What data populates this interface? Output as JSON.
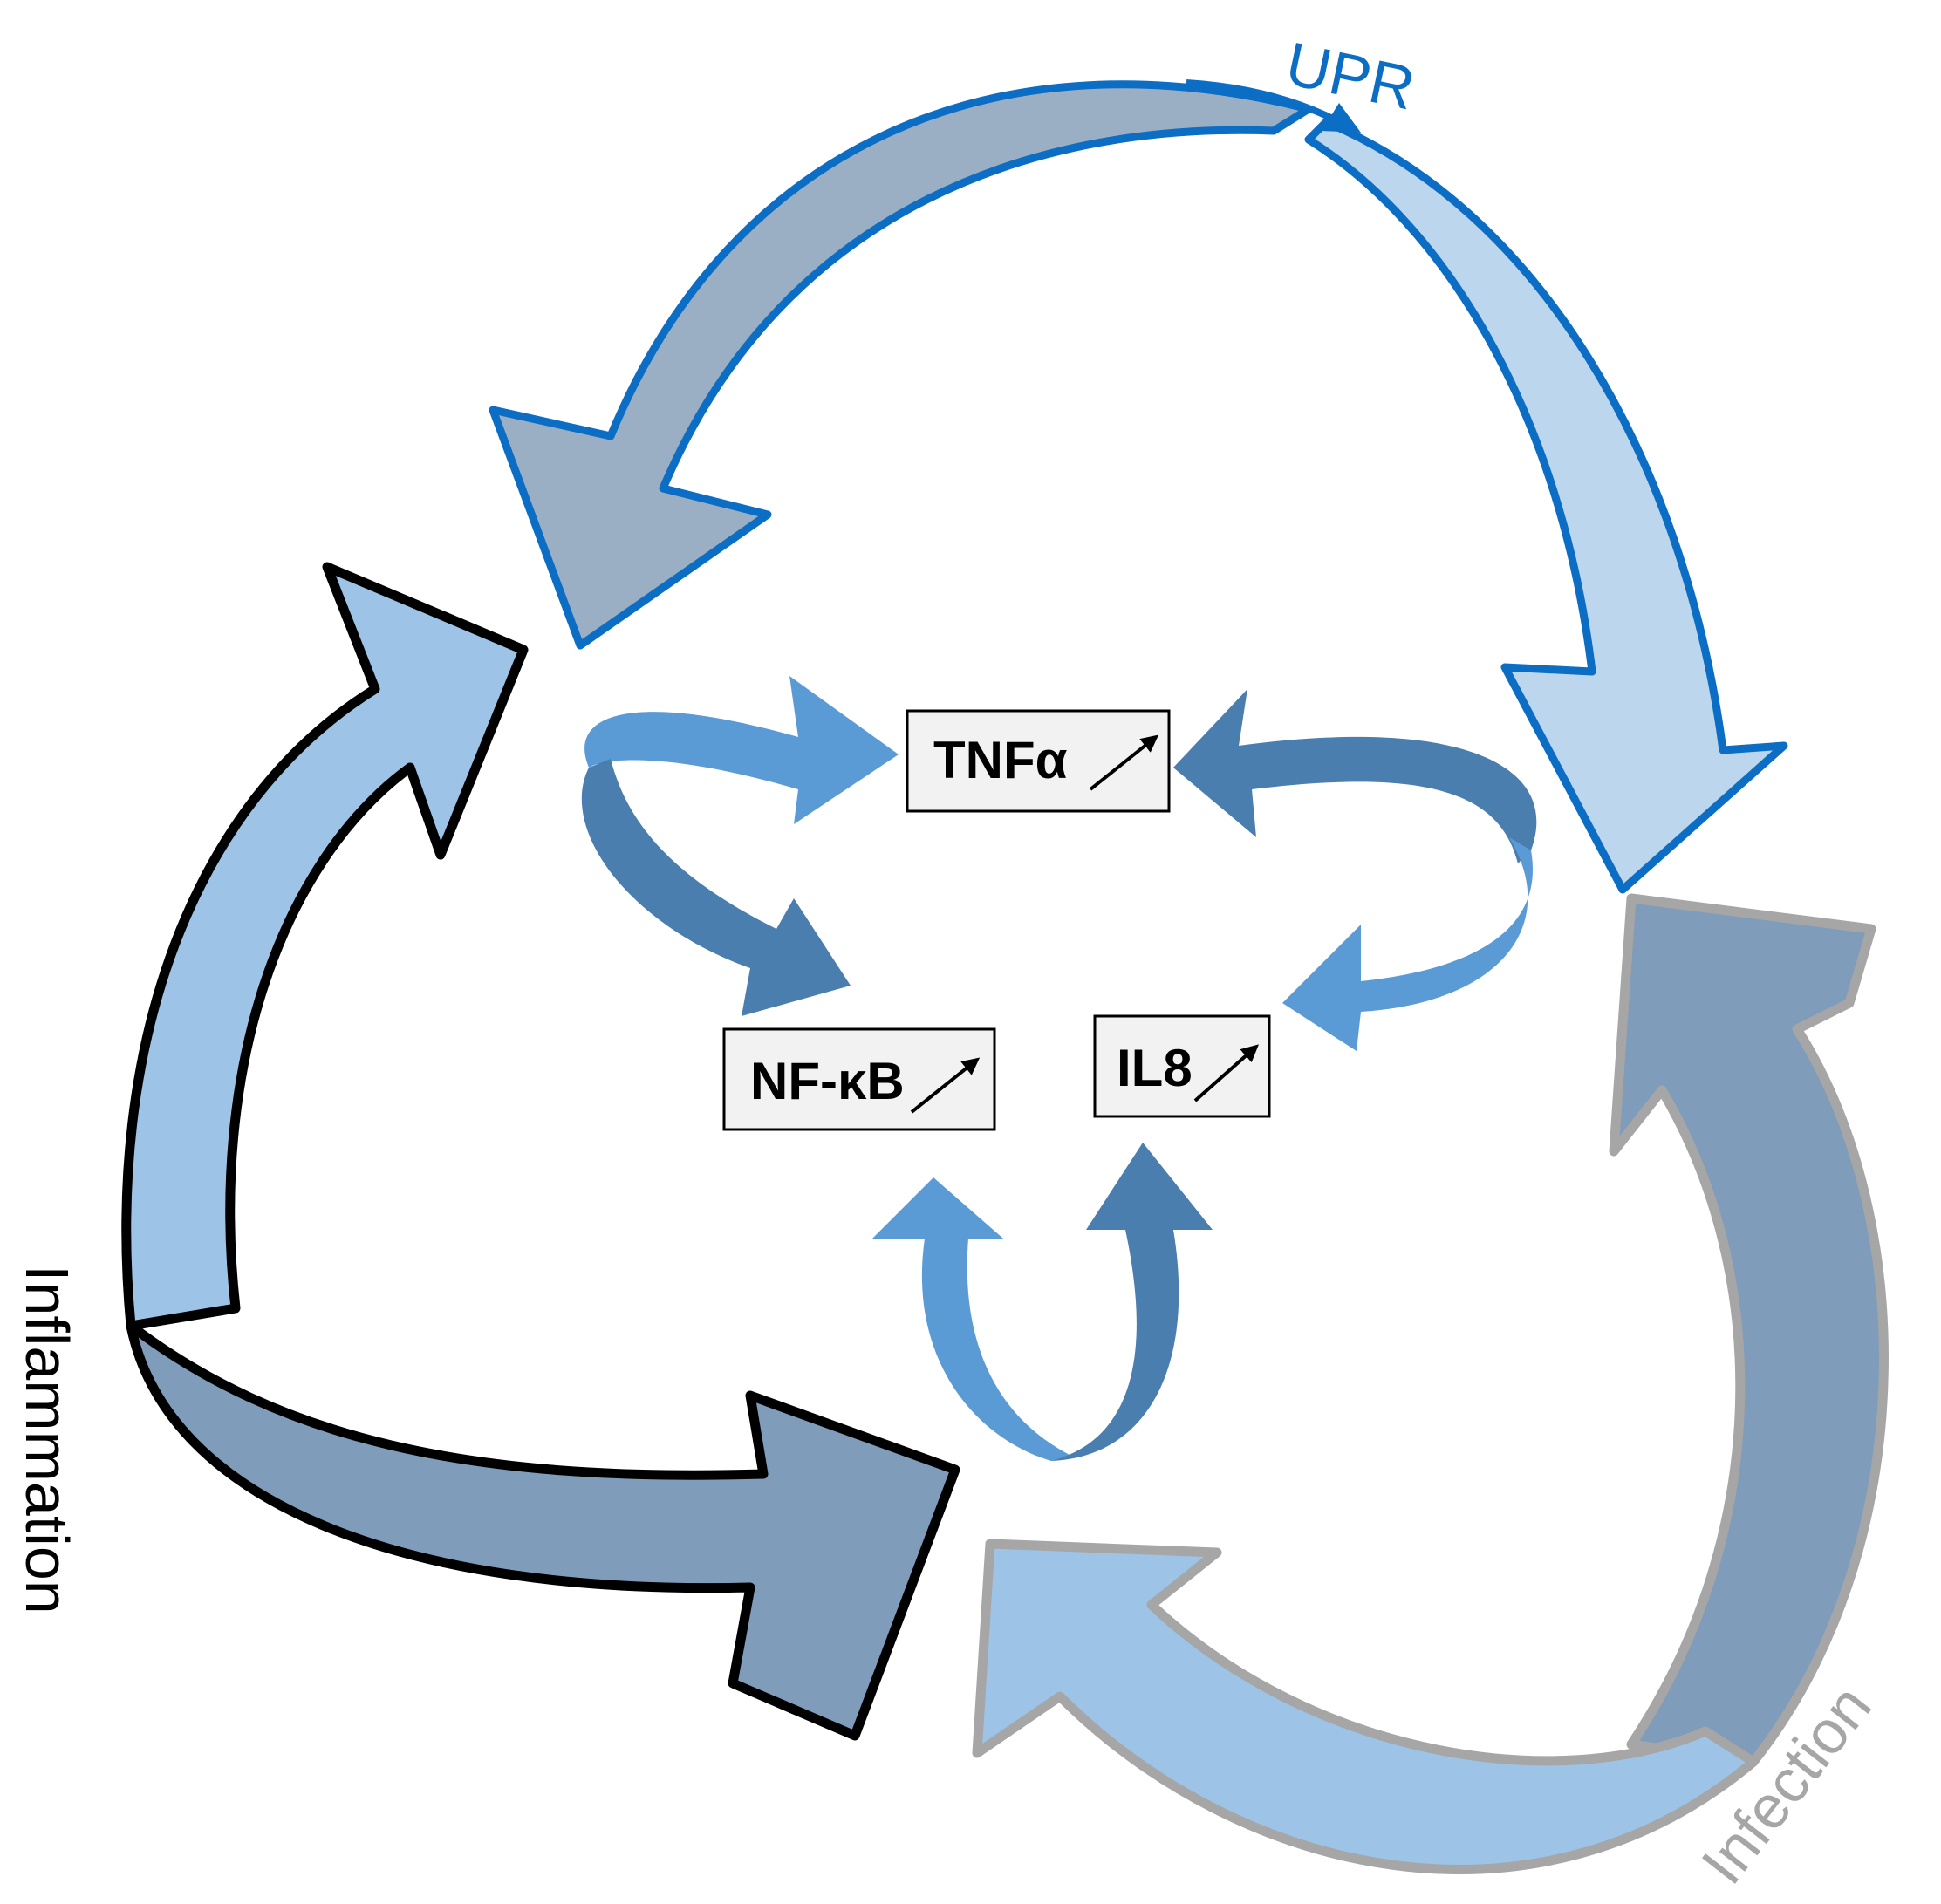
{
  "loops": [
    {
      "id": "upr",
      "label": "UPR",
      "color": "#0b6dc4"
    },
    {
      "id": "inflammation",
      "label": "Inflammation",
      "color": "#000000"
    },
    {
      "id": "infection",
      "label": "Infection",
      "color": "#a6a6a6"
    }
  ],
  "boxes": [
    {
      "id": "tnfa",
      "label": "TNFα"
    },
    {
      "id": "nfkb",
      "label": "NF-κB"
    },
    {
      "id": "il8",
      "label": "IL8"
    }
  ],
  "colors": {
    "upr_arrow_dark": "#9aafc4",
    "upr_arrow_light": "#bcd6ee",
    "inflammation_arrow_light": "#9dc3e6",
    "inflammation_arrow_dark": "#7f9cbb",
    "infection_arrow_dark": "#7f9cbb",
    "infection_arrow_light": "#9dc3e6",
    "inner_arrow_light": "#5b9bd5",
    "inner_arrow_dark": "#4a7eae",
    "box_fill": "#f2f2f2",
    "box_stroke": "#000000"
  },
  "icons": [
    "up-right-arrow-icon"
  ]
}
